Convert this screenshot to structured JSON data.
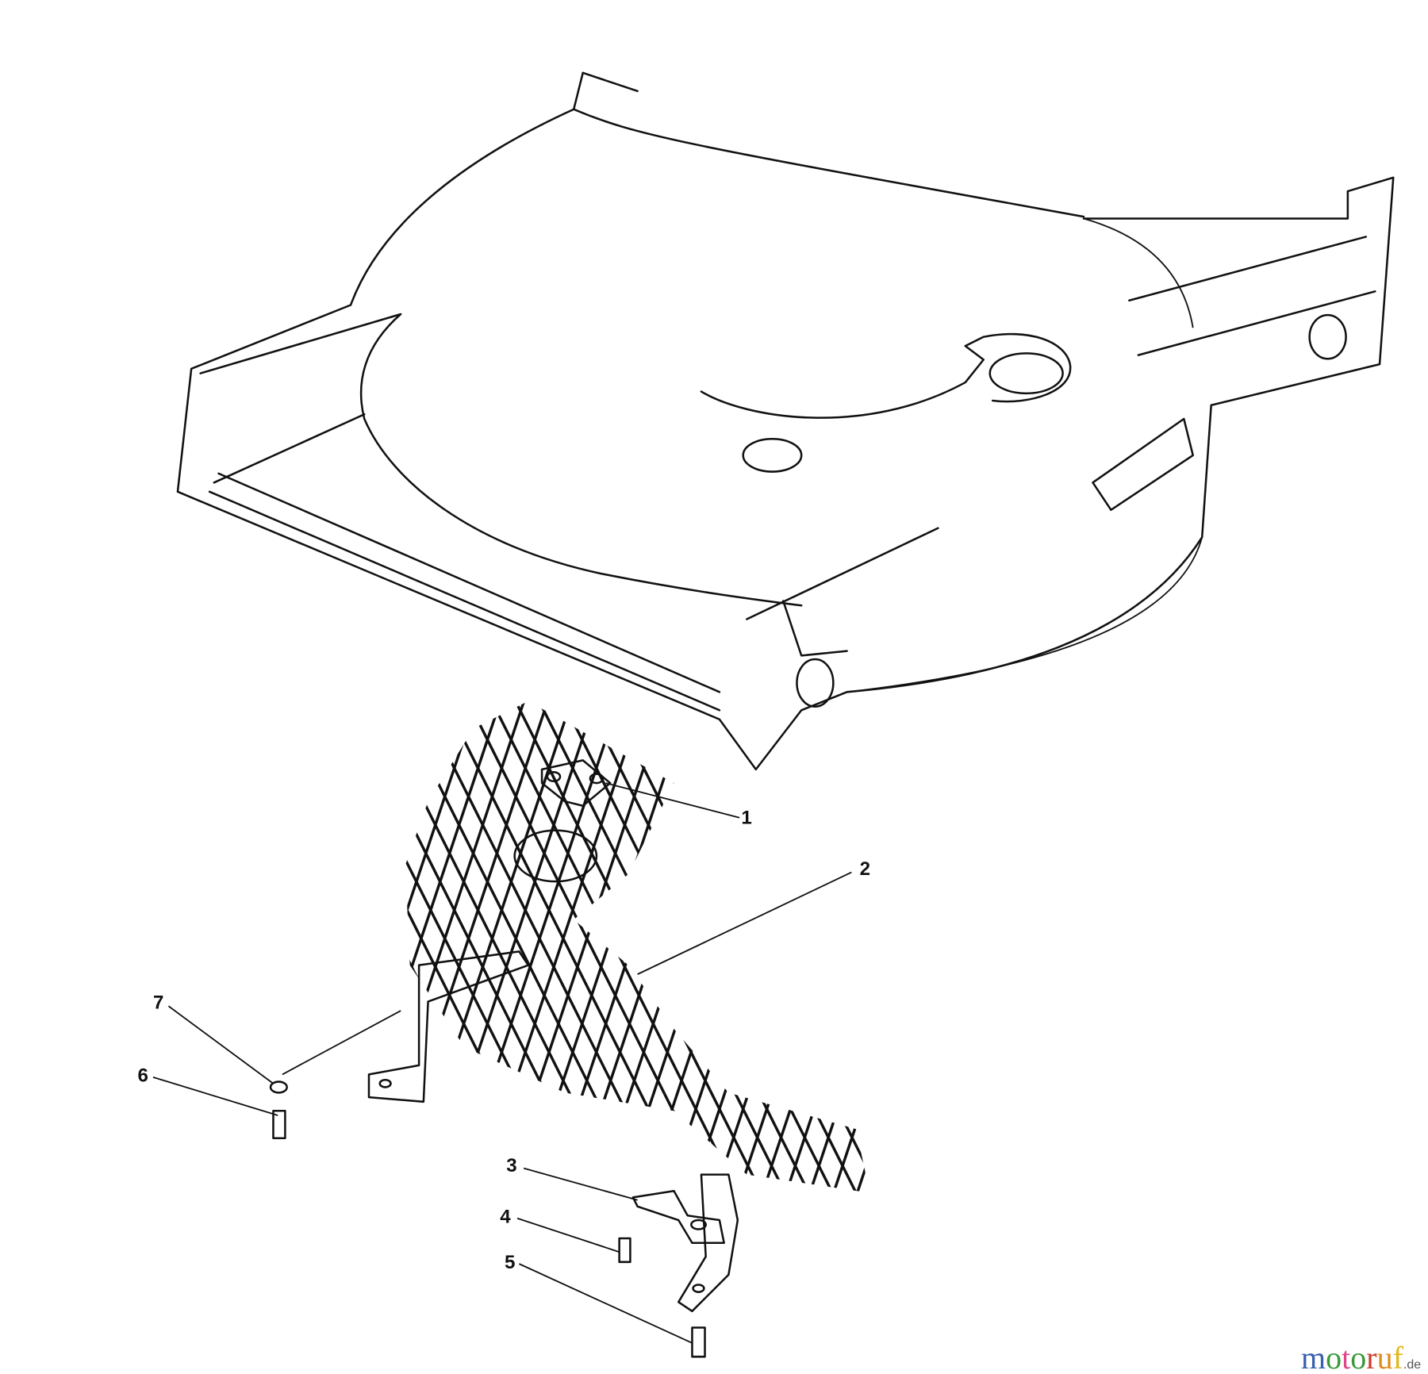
{
  "callouts": [
    {
      "number": "1"
    },
    {
      "number": "2"
    },
    {
      "number": "3"
    },
    {
      "number": "4"
    },
    {
      "number": "5"
    },
    {
      "number": "6"
    },
    {
      "number": "7"
    }
  ],
  "watermark": {
    "brand": "motoruf",
    "tld": ".de",
    "letter_colors": [
      "#3a5fb0",
      "#3a9a3a",
      "#e0468a",
      "#3a9a3a",
      "#d03a2a",
      "#e08a1a",
      "#e0b81a"
    ]
  }
}
